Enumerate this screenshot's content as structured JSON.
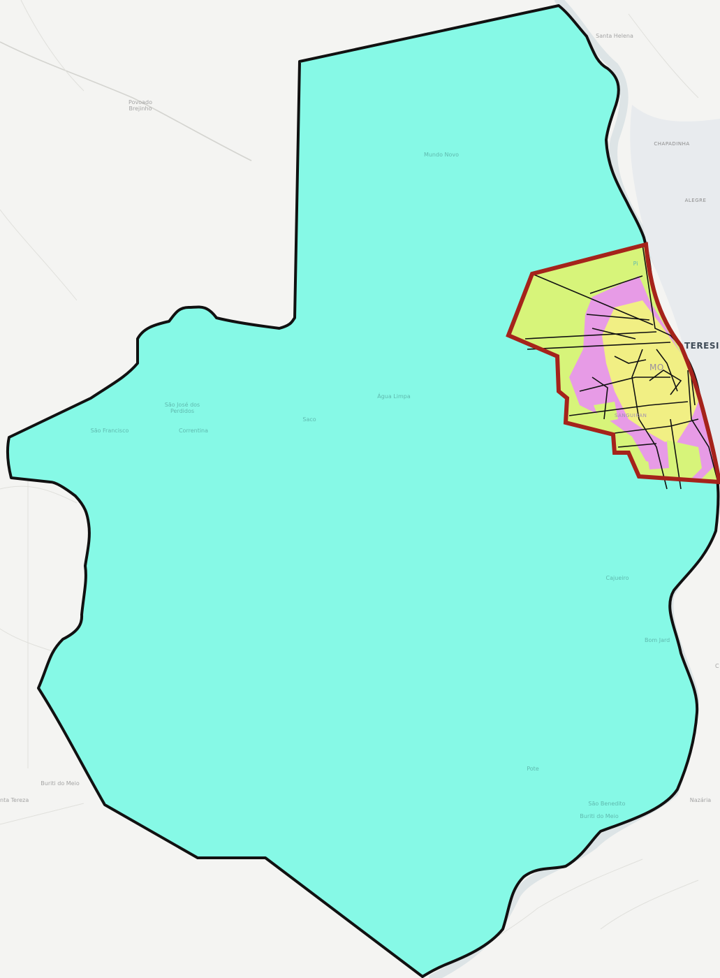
{
  "colors": {
    "basemap": "#f4f4f2",
    "river": "#dde4e6",
    "urban": "#e8ebee",
    "municipality_fill": "#86f9e6",
    "boundary_stroke": "#111111",
    "urban_zone_stroke": "#a5231b",
    "zone_green": "#d7f47a",
    "zone_pink": "#e79be6",
    "zone_yellow": "#f1ef84"
  },
  "places": {
    "santa_helena": "Santa Helena",
    "povoado": "Povoado",
    "brejinho": "Brejinho",
    "chapadinha": "CHAPADINHA",
    "alegre": "ALEGRE",
    "mundo_novo": "Mundo Novo",
    "sao_jose_1": "São José dos",
    "sao_jose_2": "Perdidos",
    "sao_francisco": "São Francisco",
    "correntina": "Correntina",
    "saco": "Saco",
    "agua_limpa": "Água Limpa",
    "teresina": "TERESI",
    "timon_partial": "MO",
    "sao_chafic_partial": "SANGUIRAN",
    "cajueiro": "Cajueiro",
    "bom_jardim": "Bom Jard",
    "buriti_do_meio_west": "Buriti do Meio",
    "santa_tereza": "nta Tereza",
    "pote": "Pote",
    "sao_benedito": "São Benedito",
    "buriti_do_meio_east": "Buriti do Meio",
    "nazaria": "Nazária",
    "pi_partial": "Pi",
    "c_partial": "C"
  }
}
